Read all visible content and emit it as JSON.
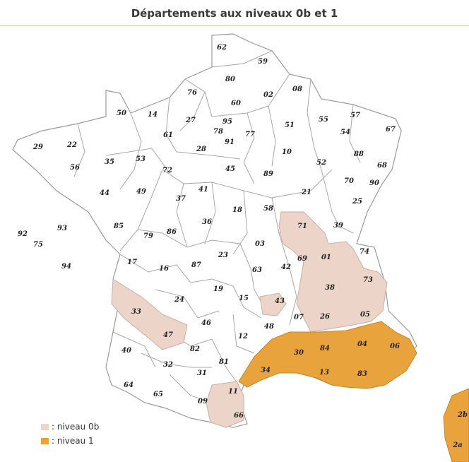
{
  "title": "Départements aux niveaux 0b et 1",
  "colors": {
    "background": "#ffffff",
    "border": "#9a9a9a",
    "niveau_0b": "#ecd5c8",
    "niveau_1": "#e8a33d"
  },
  "legend": [
    {
      "label": ": niveau 0b",
      "color": "#ecd5c8"
    },
    {
      "label": ": niveau 1",
      "color": "#e8a33d"
    }
  ],
  "departments_niveau_0b": [
    "33",
    "47",
    "71",
    "69",
    "01",
    "38",
    "73",
    "43",
    "26",
    "05",
    "11",
    "66"
  ],
  "departments_niveau_1": [
    "30",
    "84",
    "04",
    "06",
    "34",
    "13",
    "83",
    "2b",
    "2a"
  ],
  "department_labels": [
    "62",
    "59",
    "80",
    "76",
    "60",
    "02",
    "08",
    "50",
    "14",
    "27",
    "95",
    "78",
    "77",
    "51",
    "55",
    "57",
    "67",
    "61",
    "91",
    "29",
    "22",
    "28",
    "54",
    "35",
    "53",
    "72",
    "10",
    "88",
    "56",
    "45",
    "89",
    "52",
    "68",
    "70",
    "90",
    "44",
    "49",
    "41",
    "37",
    "21",
    "25",
    "18",
    "58",
    "85",
    "79",
    "86",
    "36",
    "71",
    "39",
    "92",
    "93",
    "75",
    "03",
    "74",
    "69",
    "01",
    "94",
    "17",
    "16",
    "87",
    "23",
    "63",
    "42",
    "38",
    "73",
    "19",
    "33",
    "24",
    "15",
    "43",
    "07",
    "26",
    "05",
    "46",
    "48",
    "12",
    "30",
    "84",
    "04",
    "06",
    "47",
    "40",
    "82",
    "32",
    "81",
    "31",
    "34",
    "13",
    "83",
    "64",
    "65",
    "09",
    "11",
    "66",
    "2b",
    "2a"
  ]
}
